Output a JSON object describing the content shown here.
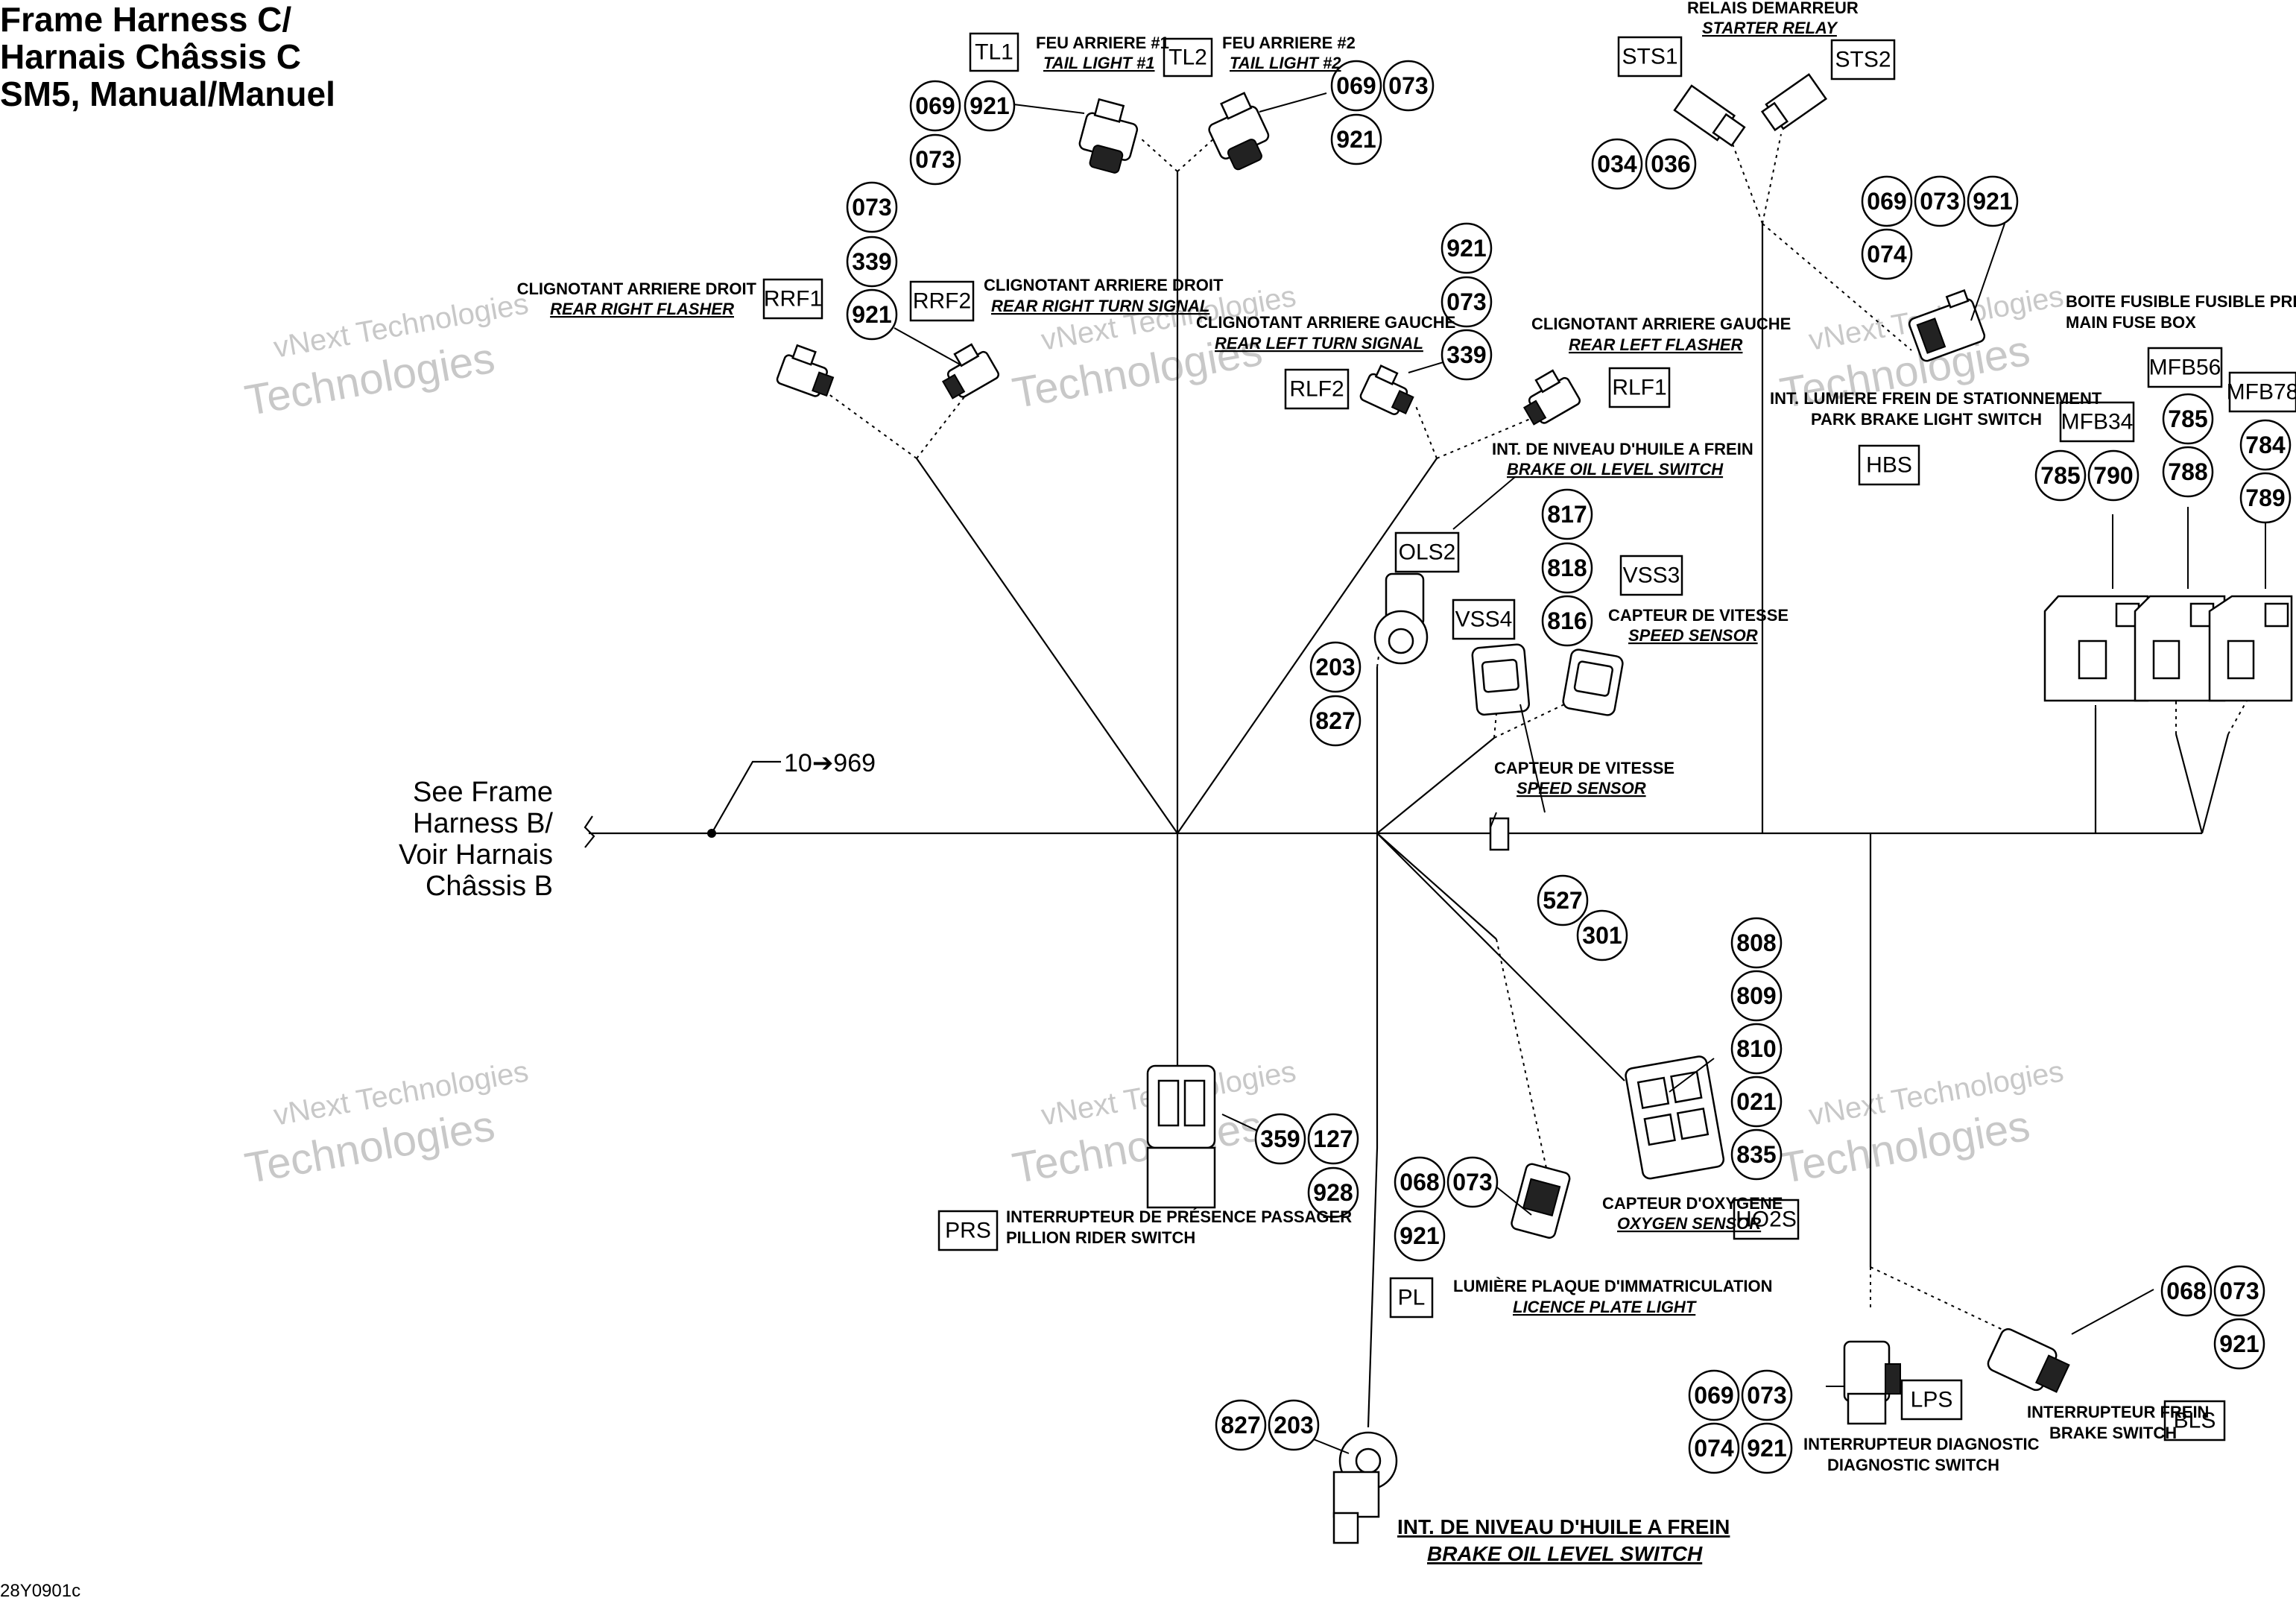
{
  "title": [
    "Frame Harness C/",
    "Harnais Châssis C",
    "SM5, Manual/Manuel"
  ],
  "see_frame": [
    "See Frame",
    "Harness B/",
    "Voir Harnais",
    "Châssis B"
  ],
  "wire_ref": "10➔969",
  "figure_id": "28Y0901c",
  "watermark": {
    "line1": "vNext Technologies",
    "line2": "Technologies"
  },
  "components": {
    "TL1": {
      "code": "TL1",
      "fr": "FEU ARRIERE #1",
      "en": "TAIL LIGHT #1",
      "wires": [
        "069",
        "921",
        "073"
      ]
    },
    "TL2": {
      "code": "TL2",
      "fr": "FEU ARRIERE #2",
      "en": "TAIL LIGHT #2",
      "wires": [
        "069",
        "073",
        "921"
      ]
    },
    "RRF1": {
      "code": "RRF1",
      "fr": "CLIGNOTANT ARRIERE DROIT",
      "en": "REAR RIGHT FLASHER",
      "wires": [
        "073",
        "339",
        "921"
      ]
    },
    "RRF2": {
      "code": "RRF2",
      "fr": "CLIGNOTANT ARRIERE DROIT",
      "en": "REAR RIGHT TURN SIGNAL"
    },
    "RLF2": {
      "code": "RLF2",
      "fr": "CLIGNOTANT ARRIERE GAUCHE",
      "en": "REAR LEFT TURN SIGNAL",
      "wires": [
        "921",
        "073",
        "339"
      ]
    },
    "RLF1": {
      "code": "RLF1",
      "fr": "CLIGNOTANT ARRIERE GAUCHE",
      "en": "REAR LEFT FLASHER"
    },
    "STS1": {
      "code": "STS1",
      "fr": "RELAIS DEMARREUR",
      "en": "STARTER RELAY",
      "wires": [
        "034",
        "036"
      ]
    },
    "STS2": {
      "code": "STS2"
    },
    "HBS": {
      "code": "HBS",
      "fr": "INT. LUMIERE FREIN DE STATIONNEMENT",
      "en": "PARK BRAKE LIGHT SWITCH",
      "wires": [
        "069",
        "073",
        "921",
        "074"
      ]
    },
    "MFB": {
      "fr": "BOITE FUSIBLE FUSIBLE PRINCIPAL",
      "en": "MAIN FUSE BOX"
    },
    "MFB34": {
      "code": "MFB34",
      "wires": [
        "785",
        "790"
      ]
    },
    "MFB56": {
      "code": "MFB56",
      "wires": [
        "785",
        "788"
      ]
    },
    "MFB78": {
      "code": "MFB78",
      "wires": [
        "784",
        "789"
      ]
    },
    "OLS2": {
      "code": "OLS2",
      "fr": "INT. DE NIVEAU D'HUILE A FREIN",
      "en": "BRAKE OIL LEVEL SWITCH",
      "wires": [
        "203",
        "827"
      ]
    },
    "VSS3": {
      "code": "VSS3",
      "fr": "CAPTEUR DE VITESSE",
      "en": "SPEED SENSOR",
      "wires": [
        "817",
        "818",
        "816"
      ]
    },
    "VSS4": {
      "code": "VSS4",
      "fr": "CAPTEUR DE VITESSE",
      "en": "SPEED SENSOR"
    },
    "SPLICE": {
      "wires": [
        "527",
        "301"
      ]
    },
    "H2OS": {
      "code": "HO2S",
      "fr": "CAPTEUR D'OXYGENE",
      "en": "OXYGEN SENSOR",
      "wires": [
        "808",
        "809",
        "810",
        "021",
        "835"
      ]
    },
    "PRS": {
      "code": "PRS",
      "fr": "INTERRUPTEUR DE PRÉSENCE PASSAGER",
      "en": "PILLION RIDER SWITCH",
      "wires": [
        "359",
        "127",
        "928"
      ]
    },
    "PL": {
      "code": "PL",
      "fr": "LUMIÈRE PLAQUE D'IMMATRICULATION",
      "en": "LICENCE PLATE LIGHT",
      "wires": [
        "068",
        "073",
        "921"
      ]
    },
    "OLS1": {
      "fr": "INT. DE NIVEAU D'HUILE A FREIN",
      "en": "BRAKE OIL LEVEL SWITCH",
      "wires": [
        "827",
        "203"
      ]
    },
    "LPS": {
      "code": "LPS",
      "fr": "INTERRUPTEUR DIAGNOSTIC",
      "en": "DIAGNOSTIC SWITCH",
      "wires": [
        "069",
        "073",
        "074",
        "921"
      ]
    },
    "BLS": {
      "code": "BLS",
      "fr": "INTERRUPTEUR FREIN",
      "en": "BRAKE SWITCH",
      "wires": [
        "068",
        "073",
        "921"
      ]
    }
  }
}
